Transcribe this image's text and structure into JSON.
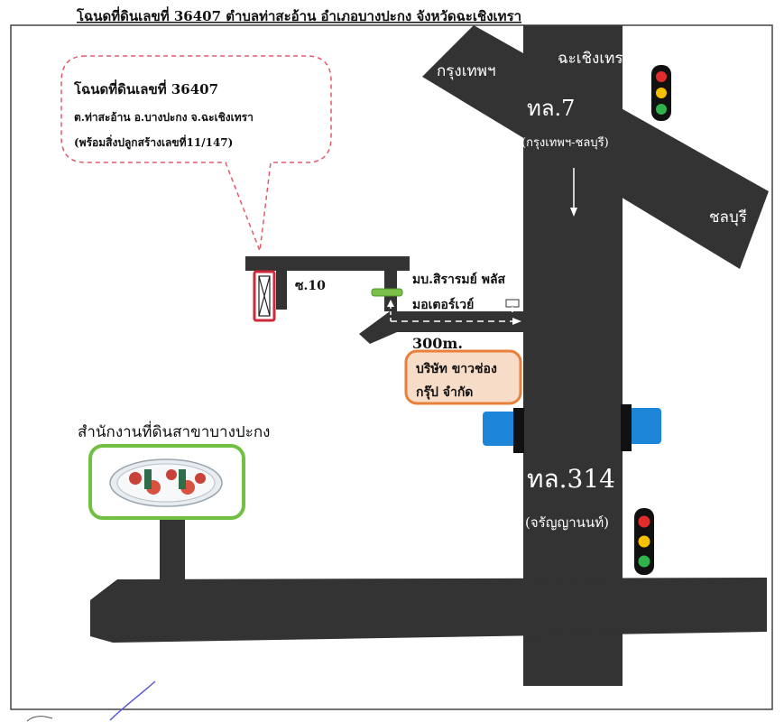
{
  "header": {
    "title": "โฉนดที่ดินเลขที่ 36407 ตำบลท่าสะอ้าน อำเภอบางปะกง จังหวัดฉะเชิงเทรา"
  },
  "callout": {
    "line1": "โฉนดที่ดินเลขที่ 36407",
    "line2": "ต.ท่าสะอ้าน อ.บางปะกง จ.ฉะเชิงเทรา",
    "line3": "(พร้อมสิ่งปลูกสร้างเลขที่11/147)"
  },
  "places": {
    "bangkok": "กรุงเทพฯ",
    "chachoengsao": "ฉะเชิงเทรา",
    "chonburi": "ชลบุรี",
    "soi": "ซ.10",
    "village_line1": "มบ.สิรารมย์ พลัส",
    "village_line2": "มอเตอร์เวย์",
    "distance": "300m.",
    "company_line1": "บริษัท ขาวช่อง",
    "company_line2": "กรุ๊ป จำกัด",
    "land_office": "สำนักงานที่ดินสาขาบางปะกง"
  },
  "roads": {
    "highway7_name": "ทล.7",
    "highway7_sub": "(กรุงเทพฯ-ชลบุรี)",
    "highway314_name": "ทล.314",
    "highway314_sub": "(จรัญญานนท์)"
  },
  "colors": {
    "road": "#333333",
    "callout_border": "#e05a6a",
    "plot_border": "#cc2a3a",
    "marker_green": "#7cc04b",
    "company_fill": "#f7dcc8",
    "company_border": "#e8803a",
    "office_border": "#72c043",
    "bridge_blue": "#1e86d8"
  },
  "icons": [
    "traffic-light-icon",
    "traffic-light-icon",
    "arrow-down-icon",
    "dashed-arrow-icon",
    "seal-icon"
  ]
}
